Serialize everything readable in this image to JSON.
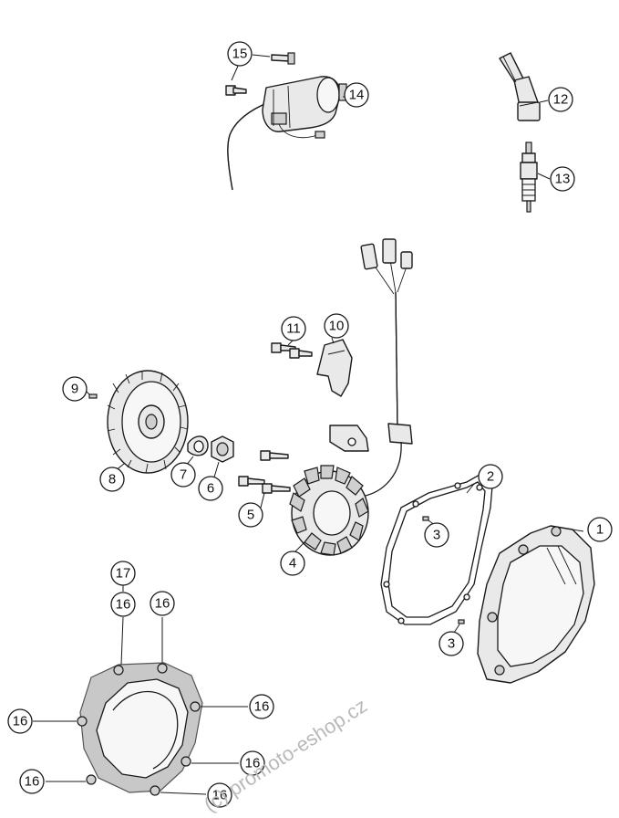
{
  "diagram": {
    "callouts": [
      {
        "id": "c1",
        "label": "1"
      },
      {
        "id": "c2",
        "label": "2"
      },
      {
        "id": "c3a",
        "label": "3"
      },
      {
        "id": "c3b",
        "label": "3"
      },
      {
        "id": "c4",
        "label": "4"
      },
      {
        "id": "c5",
        "label": "5"
      },
      {
        "id": "c6",
        "label": "6"
      },
      {
        "id": "c7",
        "label": "7"
      },
      {
        "id": "c8",
        "label": "8"
      },
      {
        "id": "c9",
        "label": "9"
      },
      {
        "id": "c10",
        "label": "10"
      },
      {
        "id": "c11",
        "label": "11"
      },
      {
        "id": "c12",
        "label": "12"
      },
      {
        "id": "c13",
        "label": "13"
      },
      {
        "id": "c14",
        "label": "14"
      },
      {
        "id": "c15",
        "label": "15"
      },
      {
        "id": "c16a",
        "label": "16"
      },
      {
        "id": "c16b",
        "label": "16"
      },
      {
        "id": "c16c",
        "label": "16"
      },
      {
        "id": "c16d",
        "label": "16"
      },
      {
        "id": "c16e",
        "label": "16"
      },
      {
        "id": "c16f",
        "label": "16"
      },
      {
        "id": "c16g",
        "label": "16"
      },
      {
        "id": "c17",
        "label": "17"
      }
    ]
  },
  "watermark": {
    "text": "(c) promoto-eshop.cz"
  }
}
